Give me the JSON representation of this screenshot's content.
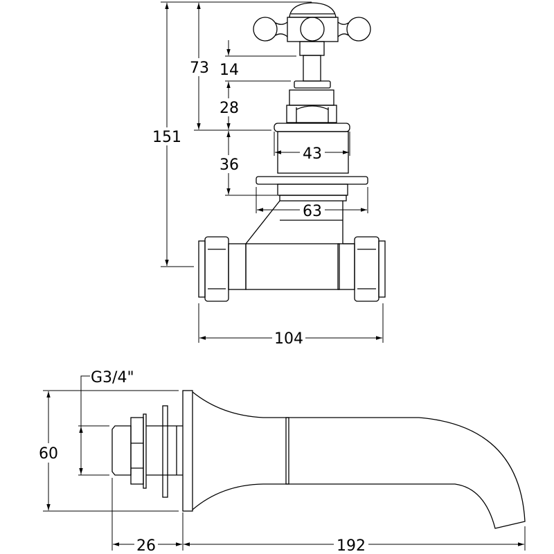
{
  "colors": {
    "line": "#000000",
    "background": "#ffffff"
  },
  "front_view": {
    "dimensions": {
      "overall_height": "151",
      "handle_height": "73",
      "stem": "14",
      "bonnet": "28",
      "body": "36",
      "body_diameter": "43",
      "flange_diameter": "63",
      "width": "104"
    }
  },
  "side_view": {
    "thread_label": "G3/4\"",
    "dimensions": {
      "flange_height": "60",
      "thread_length": "26",
      "projection": "192"
    }
  }
}
